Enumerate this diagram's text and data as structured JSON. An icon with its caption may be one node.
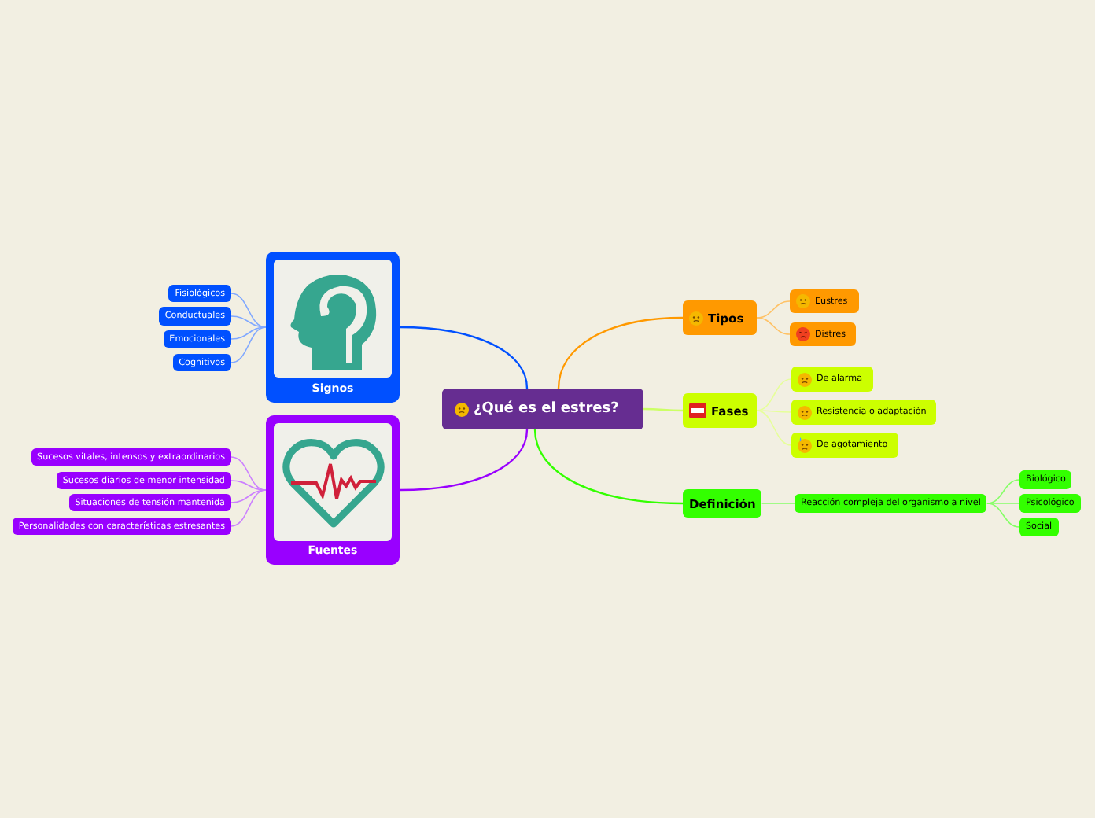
{
  "diagram": {
    "nodes": [
      {
        "text": [
          "¿Qué es el estres?"
        ]
      },
      {
        "text": [
          "Signos"
        ]
      },
      {
        "text": [
          "Fuentes"
        ]
      },
      {
        "text": [
          "Tipos"
        ]
      },
      {
        "text": [
          "Fases"
        ]
      },
      {
        "text": [
          "Definición"
        ]
      },
      {
        "text": [
          "Eustres"
        ]
      },
      {
        "text": [
          "Distres"
        ]
      },
      {
        "text": [
          "De alarma"
        ]
      },
      {
        "text": [
          "Resistencia o adaptación"
        ]
      },
      {
        "text": [
          "De agotamiento"
        ]
      },
      {
        "text": [
          "Reacción compleja del organismo a nivel"
        ]
      },
      {
        "text": [
          "Biológico"
        ]
      },
      {
        "text": [
          "Psicológico"
        ]
      },
      {
        "text": [
          "Social"
        ]
      },
      {
        "text": [
          "Fisiológicos"
        ]
      },
      {
        "text": [
          "Conductuales"
        ]
      },
      {
        "text": [
          "Emocionales"
        ]
      },
      {
        "text": [
          "Cognitivos"
        ]
      },
      {
        "text": [
          "Sucesos vitales, intensos y extraordinarios"
        ]
      },
      {
        "text": [
          "Sucesos diarios de menor intensidad"
        ]
      },
      {
        "text": [
          "Situaciones de tensión mantenida"
        ]
      },
      {
        "text": [
          "Personalidades con características estresantes"
        ]
      }
    ],
    "edges": [
      {
        "from": 0,
        "to": 1,
        "arrow": "none",
        "color": "#0050ff"
      },
      {
        "from": 0,
        "to": 2,
        "arrow": "none",
        "color": "#9900ff"
      },
      {
        "from": 0,
        "to": 3,
        "arrow": "none",
        "color": "#ff9900"
      },
      {
        "from": 0,
        "to": 4,
        "arrow": "none",
        "color": "#ccff66"
      },
      {
        "from": 0,
        "to": 5,
        "arrow": "none",
        "color": "#33ff00"
      },
      {
        "from": 3,
        "to": 6,
        "arrow": "none",
        "color": "#ffc266"
      },
      {
        "from": 3,
        "to": 7,
        "arrow": "none",
        "color": "#ffc266"
      },
      {
        "from": 4,
        "to": 8,
        "arrow": "none",
        "color": "#e6ff99"
      },
      {
        "from": 4,
        "to": 9,
        "arrow": "none",
        "color": "#e6ff99"
      },
      {
        "from": 4,
        "to": 10,
        "arrow": "none",
        "color": "#e6ff99"
      },
      {
        "from": 5,
        "to": 11,
        "arrow": "none",
        "color": "#85ff66"
      },
      {
        "from": 11,
        "to": 12,
        "arrow": "none",
        "color": "#85ff66"
      },
      {
        "from": 11,
        "to": 13,
        "arrow": "none",
        "color": "#85ff66"
      },
      {
        "from": 11,
        "to": 14,
        "arrow": "none",
        "color": "#85ff66"
      },
      {
        "from": 1,
        "to": 15,
        "arrow": "none",
        "color": "#80a8ff"
      },
      {
        "from": 1,
        "to": 16,
        "arrow": "none",
        "color": "#80a8ff"
      },
      {
        "from": 1,
        "to": 17,
        "arrow": "none",
        "color": "#80a8ff"
      },
      {
        "from": 1,
        "to": 18,
        "arrow": "none",
        "color": "#80a8ff"
      },
      {
        "from": 2,
        "to": 19,
        "arrow": "none",
        "color": "#cc80ff"
      },
      {
        "from": 2,
        "to": 20,
        "arrow": "none",
        "color": "#cc80ff"
      },
      {
        "from": 2,
        "to": 21,
        "arrow": "none",
        "color": "#cc80ff"
      },
      {
        "from": 2,
        "to": 22,
        "arrow": "none",
        "color": "#cc80ff"
      }
    ]
  }
}
